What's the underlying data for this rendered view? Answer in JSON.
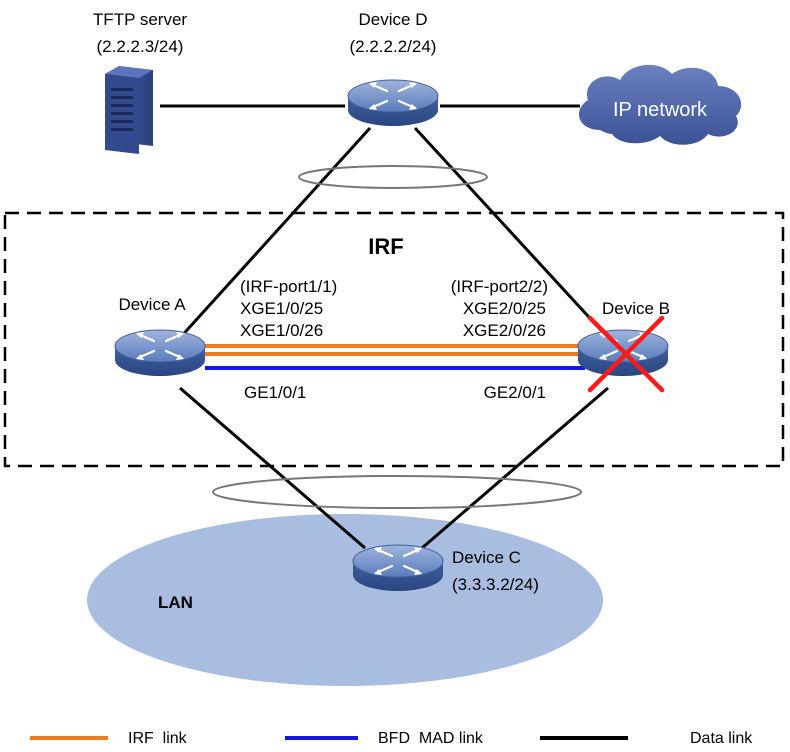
{
  "irf_label": "IRF",
  "tftp_server": {
    "name": "TFTP server",
    "address": "(2.2.2.3/24)"
  },
  "device_d": {
    "name": "Device D",
    "address": "(2.2.2.2/24)"
  },
  "ip_network": "IP network",
  "device_a": {
    "name": "Device A",
    "irf_port": "(IRF-port1/1)",
    "port1": "XGE1/0/25",
    "port2": "XGE1/0/26",
    "bfd_port": "GE1/0/1"
  },
  "device_b": {
    "name": "Device B",
    "irf_port": "(IRF-port2/2)",
    "port1": "XGE2/0/25",
    "port2": "XGE2/0/26",
    "bfd_port": "GE2/0/1",
    "status": "failed"
  },
  "device_c": {
    "name": "Device C",
    "address": "(3.3.3.2/24)"
  },
  "lan_label": "LAN",
  "legend": {
    "irf_link": "IRF  link",
    "bfd_mad_link": "BFD  MAD link",
    "data_link": "Data link"
  },
  "colors": {
    "irf_link": "#f07b1f",
    "bfd_mad_link": "#1414e6",
    "data_link": "#000000",
    "failure_mark": "#ff1a1a",
    "device_blue": "#4a6fb0",
    "cloud": "#4b62a8",
    "lan": "#a9bde0"
  },
  "icons": [
    "server-icon",
    "switch-icon",
    "cloud-icon",
    "failure-cross-icon"
  ]
}
